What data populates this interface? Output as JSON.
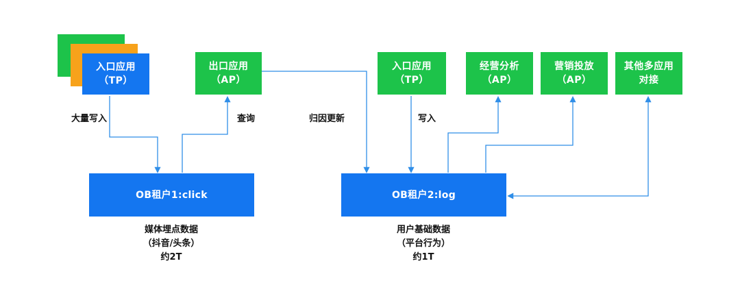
{
  "colors": {
    "green": "#1dc34a",
    "blue": "#1476f0",
    "orange": "#f7a21b",
    "connector": "#2f8ee8"
  },
  "left": {
    "source_app": {
      "line1": "入口应用",
      "line2": "（TP）"
    },
    "output_app": {
      "line1": "出口应用",
      "line2": "（AP）"
    },
    "tenant": {
      "label": "OB租户1:click"
    },
    "edge_write": "大量写入",
    "edge_query": "查询",
    "caption": {
      "line1": "媒体埋点数据",
      "line2": "（抖音/头条）",
      "line3": "约2T"
    }
  },
  "middle": {
    "edge_attribution": "归因更新"
  },
  "right": {
    "source_app": {
      "line1": "入口应用",
      "line2": "（TP）"
    },
    "apps": [
      {
        "line1": "经营分析",
        "line2": "（AP）"
      },
      {
        "line1": "营销投放",
        "line2": "（AP）"
      },
      {
        "line1": "其他多应用",
        "line2": "对接"
      }
    ],
    "tenant": {
      "label": "OB租户2:log"
    },
    "edge_write": "写入",
    "caption": {
      "line1": "用户基础数据",
      "line2": "（平台行为）",
      "line3": "约1T"
    }
  }
}
